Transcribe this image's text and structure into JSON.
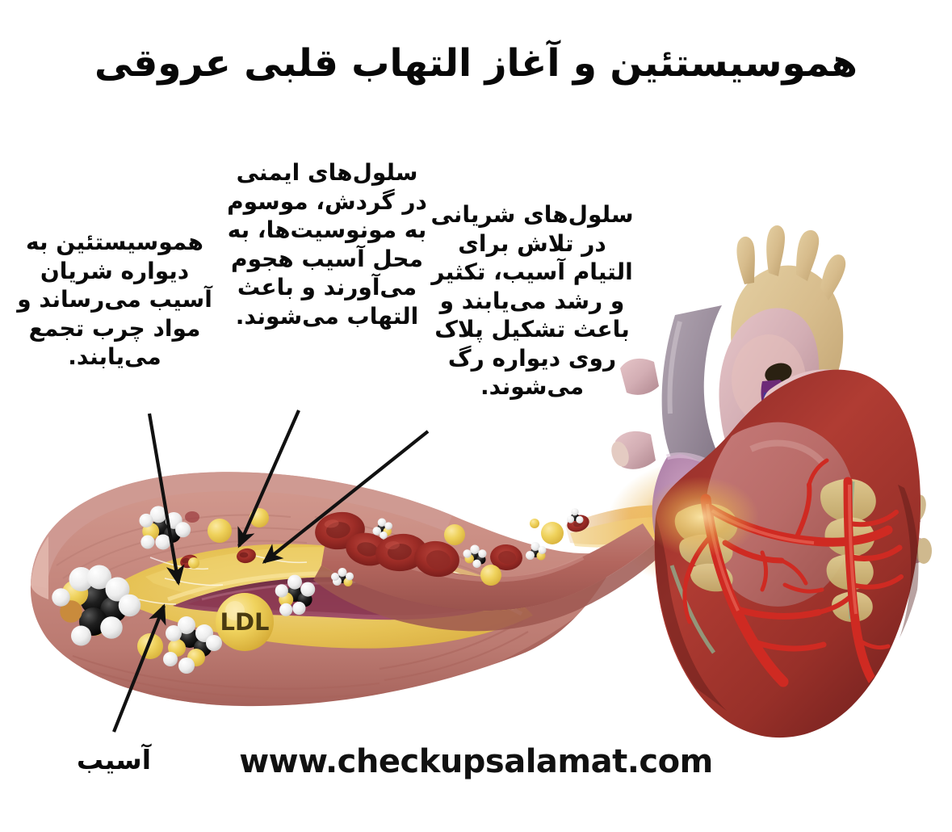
{
  "title": "هموسیستئین و آغاز التهاب قلبی عروقی",
  "callouts": {
    "homocysteine": "هموسیستئین به دیواره شریان آسیب می‌رساند و مواد چرب تجمع می‌یابند.",
    "monocytes": "سلول‌های ایمنی در گردش، موسوم به مونوسیت‌ها، به محل آسیب هجوم می‌آورند و باعث التهاب می‌شوند.",
    "plaque": "سلول‌های شریانی در تلاش برای التیام آسیب، تکثیر و رشد می‌یابند و باعث تشکیل پلاک روی دیواره رگ می‌شوند.",
    "damage": "آسیب"
  },
  "illustration": {
    "ldl_label": "LDL",
    "artery_wall_color": "#c98c82",
    "artery_wall_shadow": "#a9635c",
    "plaque_color": "#e9c752",
    "lumen_color": "#8c3a52",
    "rbc_color": "#a8322c",
    "vessel_color": "#b3665e",
    "glow_color": "#e8a63a",
    "heart_muscle_color": "#a8322c",
    "heart_atrium_color": "#c49aa6",
    "aorta_color": "#d7bc8c",
    "coronary_color": "#cf2a22",
    "fat_color": "#d8c787",
    "arrow_color": "#111111",
    "molecule_white": "#f4f4f4",
    "molecule_black": "#1a1a1a",
    "molecule_yellow": "#e8c44a"
  },
  "footer": {
    "url": "www.checkupsalamat.com"
  }
}
